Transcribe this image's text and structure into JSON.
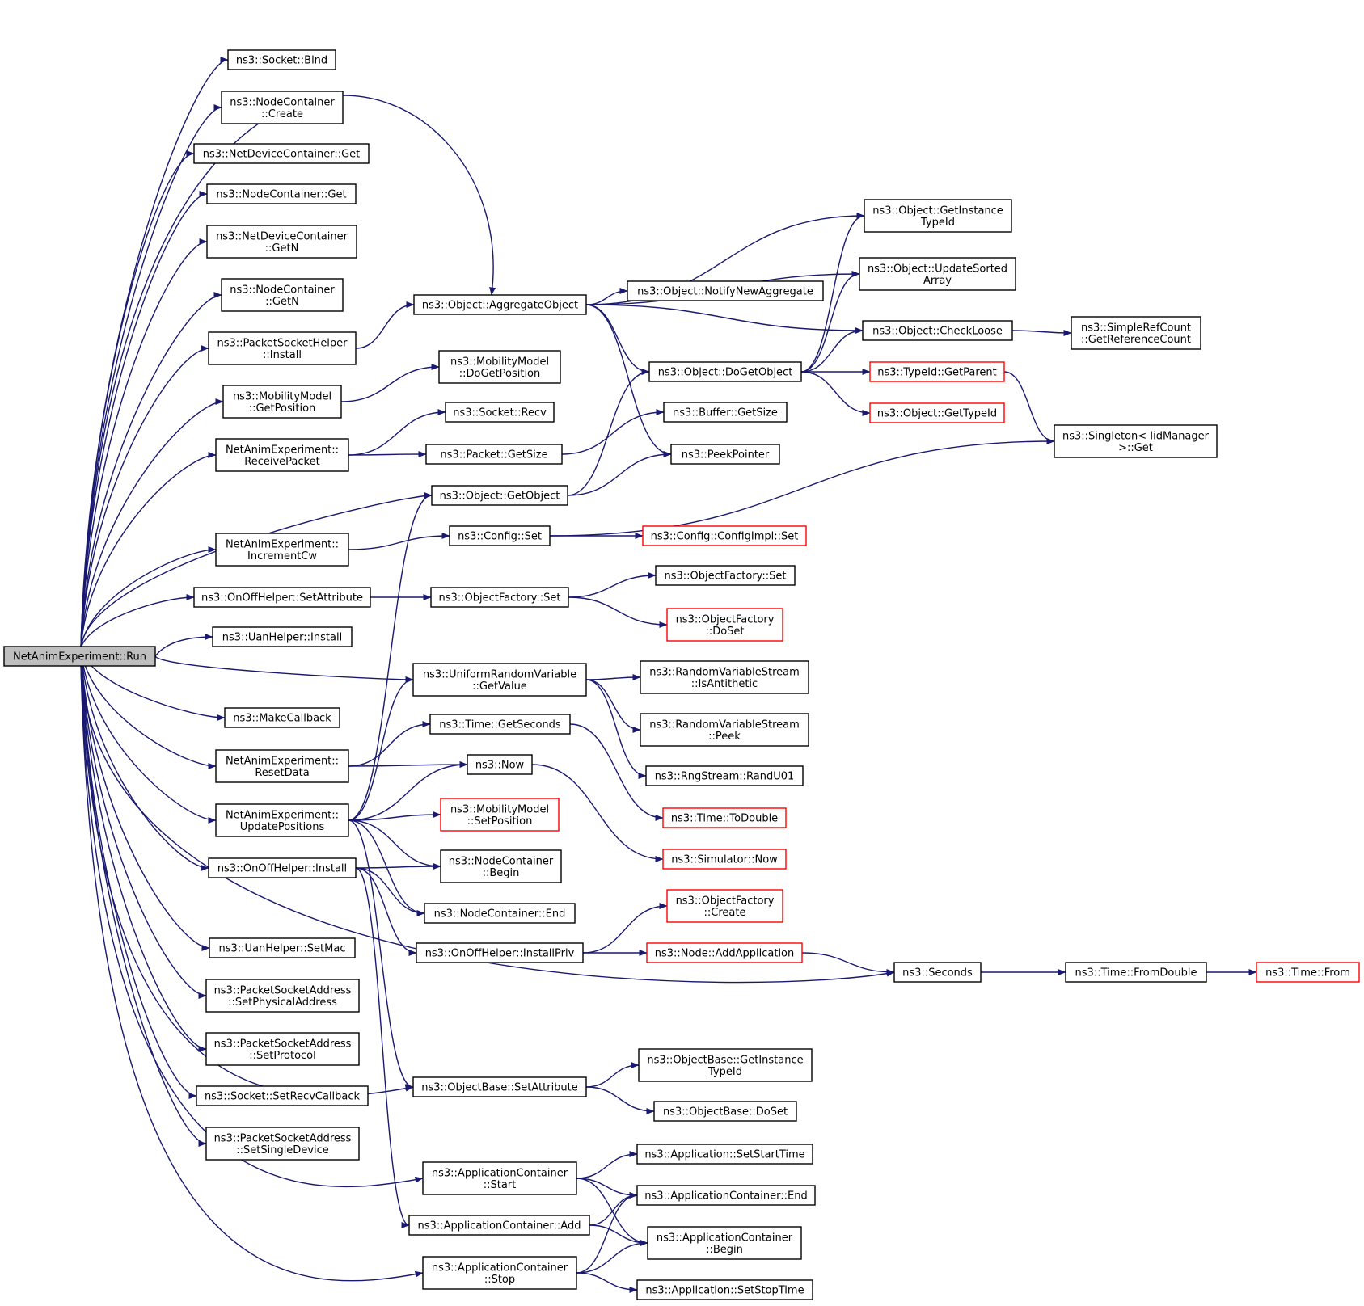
{
  "diagram": {
    "title": "",
    "colors": {
      "edge": "#191970",
      "truncated_border": "#ff0000",
      "root_fill": "#bfbfbf",
      "node_border": "#000000"
    },
    "nodes": [
      {
        "id": "run",
        "lines": [
          "NetAnimExperiment::Run"
        ],
        "root": true
      },
      {
        "id": "sock_bind",
        "lines": [
          "ns3::Socket::Bind"
        ]
      },
      {
        "id": "nc_create",
        "lines": [
          "ns3::NodeContainer",
          "::Create"
        ]
      },
      {
        "id": "ndc_get",
        "lines": [
          "ns3::NetDeviceContainer::Get"
        ]
      },
      {
        "id": "nc_get",
        "lines": [
          "ns3::NodeContainer::Get"
        ]
      },
      {
        "id": "ndc_getn",
        "lines": [
          "ns3::NetDeviceContainer",
          "::GetN"
        ]
      },
      {
        "id": "nc_getn",
        "lines": [
          "ns3::NodeContainer",
          "::GetN"
        ]
      },
      {
        "id": "psh_install",
        "lines": [
          "ns3::PacketSocketHelper",
          "::Install"
        ]
      },
      {
        "id": "mm_getpos",
        "lines": [
          "ns3::MobilityModel",
          "::GetPosition"
        ]
      },
      {
        "id": "nae_recv",
        "lines": [
          "NetAnimExperiment::",
          "ReceivePacket"
        ]
      },
      {
        "id": "nae_inccw",
        "lines": [
          "NetAnimExperiment::",
          "IncrementCw"
        ]
      },
      {
        "id": "ooh_setattr",
        "lines": [
          "ns3::OnOffHelper::SetAttribute"
        ]
      },
      {
        "id": "uan_install",
        "lines": [
          "ns3::UanHelper::Install"
        ]
      },
      {
        "id": "makecb",
        "lines": [
          "ns3::MakeCallback"
        ]
      },
      {
        "id": "nae_reset",
        "lines": [
          "NetAnimExperiment::",
          "ResetData"
        ]
      },
      {
        "id": "nae_update",
        "lines": [
          "NetAnimExperiment::",
          "UpdatePositions"
        ]
      },
      {
        "id": "ooh_install",
        "lines": [
          "ns3::OnOffHelper::Install"
        ]
      },
      {
        "id": "uan_setmac",
        "lines": [
          "ns3::UanHelper::SetMac"
        ]
      },
      {
        "id": "psa_setphys",
        "lines": [
          "ns3::PacketSocketAddress",
          "::SetPhysicalAddress"
        ]
      },
      {
        "id": "psa_setproto",
        "lines": [
          "ns3::PacketSocketAddress",
          "::SetProtocol"
        ]
      },
      {
        "id": "sock_setrecv",
        "lines": [
          "ns3::Socket::SetRecvCallback"
        ]
      },
      {
        "id": "psa_setsingle",
        "lines": [
          "ns3::PacketSocketAddress",
          "::SetSingleDevice"
        ]
      },
      {
        "id": "obj_aggr",
        "lines": [
          "ns3::Object::AggregateObject"
        ]
      },
      {
        "id": "mm_dogetpos",
        "lines": [
          "ns3::MobilityModel",
          "::DoGetPosition"
        ]
      },
      {
        "id": "sock_recv",
        "lines": [
          "ns3::Socket::Recv"
        ]
      },
      {
        "id": "pkt_getsize",
        "lines": [
          "ns3::Packet::GetSize"
        ]
      },
      {
        "id": "obj_getobj",
        "lines": [
          "ns3::Object::GetObject"
        ]
      },
      {
        "id": "cfg_set",
        "lines": [
          "ns3::Config::Set"
        ]
      },
      {
        "id": "of_set",
        "lines": [
          "ns3::ObjectFactory::Set"
        ]
      },
      {
        "id": "urv_getval",
        "lines": [
          "ns3::UniformRandomVariable",
          "::GetValue"
        ]
      },
      {
        "id": "time_getsec",
        "lines": [
          "ns3::Time::GetSeconds"
        ]
      },
      {
        "id": "now",
        "lines": [
          "ns3::Now"
        ]
      },
      {
        "id": "mm_setpos",
        "lines": [
          "ns3::MobilityModel",
          "::SetPosition"
        ],
        "red": true
      },
      {
        "id": "nc_begin",
        "lines": [
          "ns3::NodeContainer",
          "::Begin"
        ]
      },
      {
        "id": "nc_end",
        "lines": [
          "ns3::NodeContainer::End"
        ]
      },
      {
        "id": "ooh_installpriv",
        "lines": [
          "ns3::OnOffHelper::InstallPriv"
        ]
      },
      {
        "id": "ob_setattr",
        "lines": [
          "ns3::ObjectBase::SetAttribute"
        ]
      },
      {
        "id": "ac_start",
        "lines": [
          "ns3::ApplicationContainer",
          "::Start"
        ]
      },
      {
        "id": "ac_add",
        "lines": [
          "ns3::ApplicationContainer::Add"
        ]
      },
      {
        "id": "ac_stop",
        "lines": [
          "ns3::ApplicationContainer",
          "::Stop"
        ]
      },
      {
        "id": "obj_notify",
        "lines": [
          "ns3::Object::NotifyNewAggregate"
        ]
      },
      {
        "id": "obj_dogetobj",
        "lines": [
          "ns3::Object::DoGetObject"
        ]
      },
      {
        "id": "buf_getsize",
        "lines": [
          "ns3::Buffer::GetSize"
        ]
      },
      {
        "id": "peekptr",
        "lines": [
          "ns3::PeekPointer"
        ]
      },
      {
        "id": "cfgimpl_set",
        "lines": [
          "ns3::Config::ConfigImpl::Set"
        ],
        "red": true
      },
      {
        "id": "of_set2",
        "lines": [
          "ns3::ObjectFactory::Set"
        ]
      },
      {
        "id": "of_doset",
        "lines": [
          "ns3::ObjectFactory",
          "::DoSet"
        ],
        "red": true
      },
      {
        "id": "rvs_isanti",
        "lines": [
          "ns3::RandomVariableStream",
          "::IsAntithetic"
        ]
      },
      {
        "id": "rvs_peek",
        "lines": [
          "ns3::RandomVariableStream",
          "::Peek"
        ]
      },
      {
        "id": "rng_randu01",
        "lines": [
          "ns3::RngStream::RandU01"
        ]
      },
      {
        "id": "time_todouble",
        "lines": [
          "ns3::Time::ToDouble"
        ],
        "red": true
      },
      {
        "id": "sim_now",
        "lines": [
          "ns3::Simulator::Now"
        ],
        "red": true
      },
      {
        "id": "of_create",
        "lines": [
          "ns3::ObjectFactory",
          "::Create"
        ],
        "red": true
      },
      {
        "id": "node_addapp",
        "lines": [
          "ns3::Node::AddApplication"
        ],
        "red": true
      },
      {
        "id": "ob_getinst",
        "lines": [
          "ns3::ObjectBase::GetInstance",
          "TypeId"
        ]
      },
      {
        "id": "ob_doset",
        "lines": [
          "ns3::ObjectBase::DoSet"
        ]
      },
      {
        "id": "app_setstart",
        "lines": [
          "ns3::Application::SetStartTime"
        ]
      },
      {
        "id": "ac_end",
        "lines": [
          "ns3::ApplicationContainer::End"
        ]
      },
      {
        "id": "ac_begin",
        "lines": [
          "ns3::ApplicationContainer",
          "::Begin"
        ]
      },
      {
        "id": "app_setstop",
        "lines": [
          "ns3::Application::SetStopTime"
        ]
      },
      {
        "id": "obj_getinst",
        "lines": [
          "ns3::Object::GetInstance",
          "TypeId"
        ]
      },
      {
        "id": "obj_updsorted",
        "lines": [
          "ns3::Object::UpdateSorted",
          "Array"
        ]
      },
      {
        "id": "obj_checkloose",
        "lines": [
          "ns3::Object::CheckLoose"
        ]
      },
      {
        "id": "tid_getparent",
        "lines": [
          "ns3::TypeId::GetParent"
        ],
        "red": true
      },
      {
        "id": "obj_gettypeid",
        "lines": [
          "ns3::Object::GetTypeId"
        ],
        "red": true
      },
      {
        "id": "seconds",
        "lines": [
          "ns3::Seconds"
        ]
      },
      {
        "id": "src_getref",
        "lines": [
          "ns3::SimpleRefCount",
          "::GetReferenceCount"
        ]
      },
      {
        "id": "singleton_get",
        "lines": [
          "ns3::Singleton< IidManager",
          " >::Get"
        ]
      },
      {
        "id": "time_fromdouble",
        "lines": [
          "ns3::Time::FromDouble"
        ]
      },
      {
        "id": "time_from",
        "lines": [
          "ns3::Time::From"
        ],
        "red": true
      }
    ],
    "edges": [
      [
        "run",
        "sock_bind"
      ],
      [
        "run",
        "nc_create"
      ],
      [
        "run",
        "ndc_get"
      ],
      [
        "run",
        "nc_get"
      ],
      [
        "run",
        "ndc_getn"
      ],
      [
        "run",
        "nc_getn"
      ],
      [
        "run",
        "psh_install"
      ],
      [
        "run",
        "mm_getpos"
      ],
      [
        "run",
        "nae_recv"
      ],
      [
        "run",
        "nae_inccw"
      ],
      [
        "run",
        "ooh_setattr"
      ],
      [
        "run",
        "uan_install"
      ],
      [
        "run",
        "makecb"
      ],
      [
        "run",
        "nae_reset"
      ],
      [
        "run",
        "nae_update"
      ],
      [
        "run",
        "ooh_install"
      ],
      [
        "run",
        "uan_setmac"
      ],
      [
        "run",
        "psa_setphys"
      ],
      [
        "run",
        "psa_setproto"
      ],
      [
        "run",
        "sock_setrecv"
      ],
      [
        "run",
        "psa_setsingle"
      ],
      [
        "run",
        "obj_aggr"
      ],
      [
        "run",
        "obj_getobj"
      ],
      [
        "run",
        "urv_getval"
      ],
      [
        "run",
        "ob_setattr"
      ],
      [
        "run",
        "ac_start"
      ],
      [
        "run",
        "ac_stop"
      ],
      [
        "run",
        "seconds"
      ],
      [
        "psh_install",
        "obj_aggr"
      ],
      [
        "mm_getpos",
        "mm_dogetpos"
      ],
      [
        "nae_recv",
        "sock_recv"
      ],
      [
        "nae_recv",
        "pkt_getsize"
      ],
      [
        "nae_inccw",
        "cfg_set"
      ],
      [
        "ooh_setattr",
        "of_set"
      ],
      [
        "nae_reset",
        "time_getsec"
      ],
      [
        "nae_reset",
        "now"
      ],
      [
        "nae_update",
        "obj_getobj"
      ],
      [
        "nae_update",
        "urv_getval"
      ],
      [
        "nae_update",
        "now"
      ],
      [
        "nae_update",
        "mm_setpos"
      ],
      [
        "nae_update",
        "nc_begin"
      ],
      [
        "nae_update",
        "nc_end"
      ],
      [
        "nae_update",
        "ob_setattr"
      ],
      [
        "ooh_install",
        "nc_begin"
      ],
      [
        "ooh_install",
        "nc_end"
      ],
      [
        "ooh_install",
        "ooh_installpriv"
      ],
      [
        "ooh_install",
        "ac_add"
      ],
      [
        "obj_aggr",
        "obj_getinst"
      ],
      [
        "obj_aggr",
        "obj_updsorted"
      ],
      [
        "obj_aggr",
        "obj_notify"
      ],
      [
        "obj_aggr",
        "obj_checkloose"
      ],
      [
        "obj_aggr",
        "obj_dogetobj"
      ],
      [
        "obj_aggr",
        "peekptr"
      ],
      [
        "pkt_getsize",
        "buf_getsize"
      ],
      [
        "obj_getobj",
        "obj_dogetobj"
      ],
      [
        "obj_getobj",
        "peekptr"
      ],
      [
        "cfg_set",
        "cfgimpl_set"
      ],
      [
        "cfg_set",
        "singleton_get"
      ],
      [
        "of_set",
        "of_set2"
      ],
      [
        "of_set",
        "of_doset"
      ],
      [
        "urv_getval",
        "rvs_isanti"
      ],
      [
        "urv_getval",
        "rvs_peek"
      ],
      [
        "urv_getval",
        "rng_randu01"
      ],
      [
        "time_getsec",
        "time_todouble"
      ],
      [
        "now",
        "sim_now"
      ],
      [
        "ooh_installpriv",
        "of_create"
      ],
      [
        "ooh_installpriv",
        "node_addapp"
      ],
      [
        "ob_setattr",
        "ob_getinst"
      ],
      [
        "ob_setattr",
        "ob_doset"
      ],
      [
        "ac_start",
        "app_setstart"
      ],
      [
        "ac_start",
        "ac_end"
      ],
      [
        "ac_start",
        "ac_begin"
      ],
      [
        "ac_add",
        "ac_end"
      ],
      [
        "ac_add",
        "ac_begin"
      ],
      [
        "ac_stop",
        "ac_end"
      ],
      [
        "ac_stop",
        "ac_begin"
      ],
      [
        "ac_stop",
        "app_setstop"
      ],
      [
        "obj_dogetobj",
        "obj_getinst"
      ],
      [
        "obj_dogetobj",
        "obj_updsorted"
      ],
      [
        "obj_dogetobj",
        "obj_checkloose"
      ],
      [
        "obj_dogetobj",
        "tid_getparent"
      ],
      [
        "obj_dogetobj",
        "obj_gettypeid"
      ],
      [
        "obj_checkloose",
        "src_getref"
      ],
      [
        "tid_getparent",
        "singleton_get"
      ],
      [
        "node_addapp",
        "seconds"
      ],
      [
        "seconds",
        "time_fromdouble"
      ],
      [
        "time_fromdouble",
        "time_from"
      ]
    ]
  }
}
